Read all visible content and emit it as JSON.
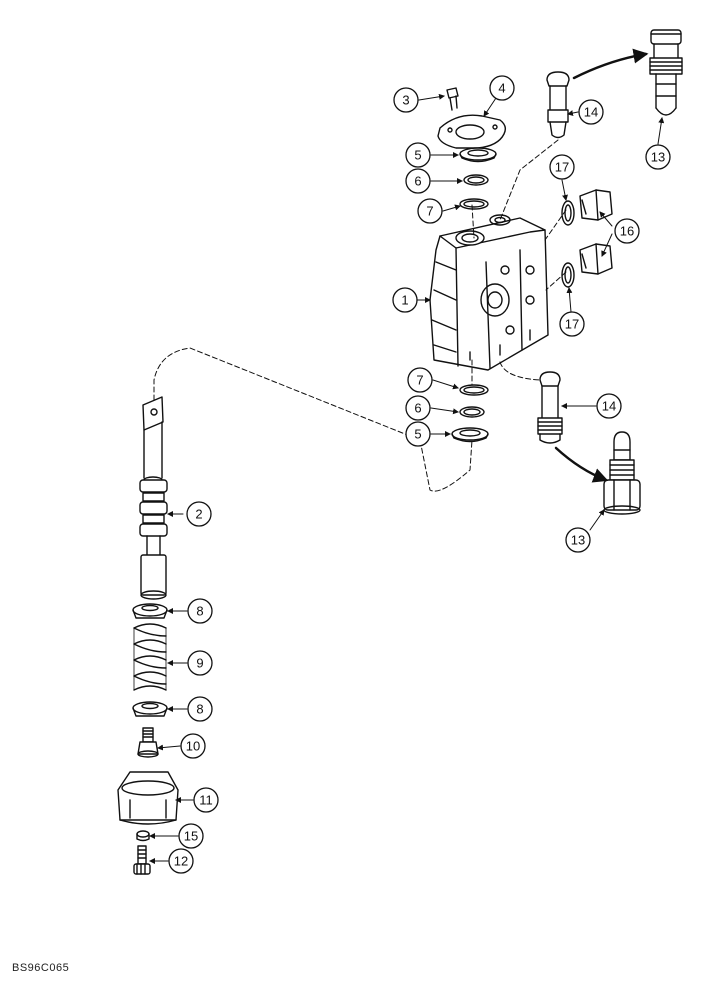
{
  "figure_code": "BS96C065",
  "callouts": [
    {
      "label": "1"
    },
    {
      "label": "2"
    },
    {
      "label": "3"
    },
    {
      "label": "4"
    },
    {
      "label": "5"
    },
    {
      "label": "6"
    },
    {
      "label": "7"
    },
    {
      "label": "8"
    },
    {
      "label": "9"
    },
    {
      "label": "10"
    },
    {
      "label": "11"
    },
    {
      "label": "12"
    },
    {
      "label": "13"
    },
    {
      "label": "14"
    },
    {
      "label": "15"
    },
    {
      "label": "16"
    },
    {
      "label": "17"
    },
    {
      "label": "5"
    },
    {
      "label": "6"
    },
    {
      "label": "7"
    },
    {
      "label": "8"
    },
    {
      "label": "13"
    },
    {
      "label": "14"
    },
    {
      "label": "17"
    }
  ]
}
